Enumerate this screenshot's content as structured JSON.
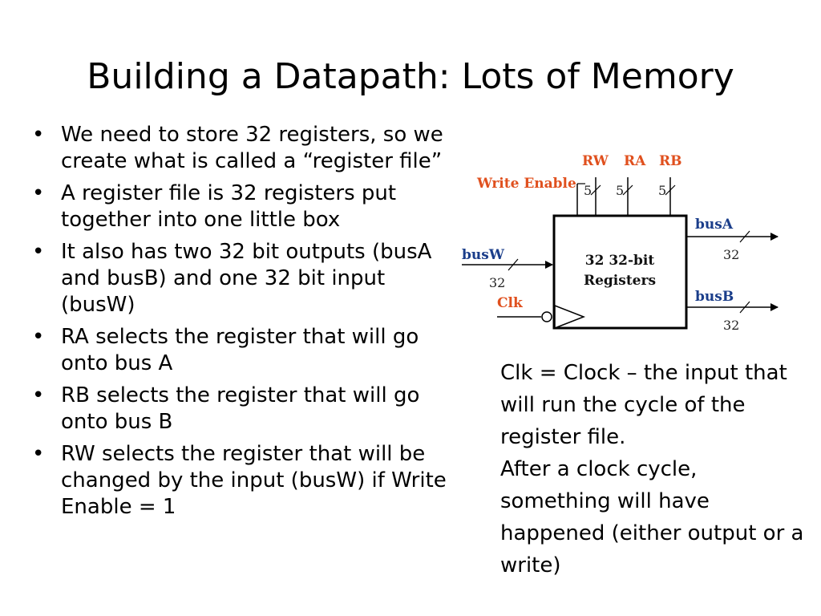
{
  "slide": {
    "title": "Building a Datapath: Lots of Memory",
    "bullets": [
      "We need to store 32 registers, so we create what is called a “register file”",
      "A register file is 32 registers put together into one little box",
      "It also has two 32 bit outputs (busA and busB) and one 32 bit input (busW)",
      "RA selects the register that will go onto bus A",
      "RB selects the register that will go onto bus B",
      "RW selects the register that will be changed by the input (busW) if Write Enable = 1"
    ],
    "bullet_symbol": "•"
  },
  "diagram": {
    "top_labels": {
      "rw": "RW",
      "ra": "RA",
      "rb": "RB"
    },
    "write_enable": "Write Enable",
    "widths_top": {
      "rw": "5",
      "ra": "5",
      "rb": "5"
    },
    "box_line1": "32 32-bit",
    "box_line2": "Registers",
    "busW": "busW",
    "busW_width": "32",
    "clk": "Clk",
    "busA": "busA",
    "busA_width": "32",
    "busB": "busB",
    "busB_width": "32",
    "colors": {
      "red_label": "#e0501e",
      "blue_label": "#1a3d8a"
    }
  },
  "note": {
    "line1": "Clk = Clock – the input that will run the cycle of the register file.",
    "line2": "After a clock cycle, something will have happened (either output or a write)"
  }
}
